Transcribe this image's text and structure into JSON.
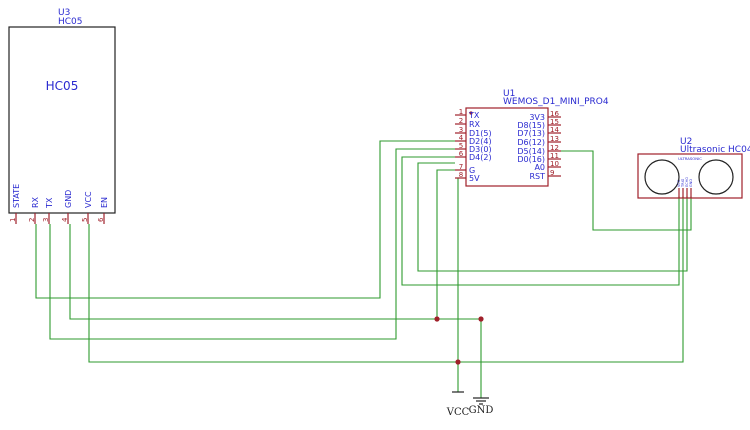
{
  "u3": {
    "designator": "U3",
    "value": "HC05",
    "body_title": "HC05",
    "pins": [
      {
        "num": "1",
        "name": "STATE"
      },
      {
        "num": "2",
        "name": "RX"
      },
      {
        "num": "3",
        "name": "TX"
      },
      {
        "num": "4",
        "name": "GND"
      },
      {
        "num": "5",
        "name": "VCC"
      },
      {
        "num": "6",
        "name": "EN"
      }
    ]
  },
  "u1": {
    "designator": "U1",
    "value": "WEMOS_D1_MINI_PRO4",
    "left_pins": [
      {
        "num": "1",
        "name": "TX"
      },
      {
        "num": "2",
        "name": "RX"
      },
      {
        "num": "3",
        "name": "D1(5)"
      },
      {
        "num": "4",
        "name": "D2(4)"
      },
      {
        "num": "5",
        "name": "D3(0)"
      },
      {
        "num": "6",
        "name": "D4(2)"
      },
      {
        "num": "7",
        "name": "G"
      },
      {
        "num": "8",
        "name": "5V"
      }
    ],
    "right_pins": [
      {
        "num": "16",
        "name": "3V3"
      },
      {
        "num": "15",
        "name": "D8(15)"
      },
      {
        "num": "14",
        "name": "D7(13)"
      },
      {
        "num": "13",
        "name": "D6(12)"
      },
      {
        "num": "12",
        "name": "D5(14)"
      },
      {
        "num": "11",
        "name": "D0(16)"
      },
      {
        "num": "10",
        "name": "A0"
      },
      {
        "num": "9",
        "name": "RST"
      }
    ]
  },
  "u2": {
    "designator": "U2",
    "value": "Ultrasonic HC04",
    "inner_label": "ULTRASONIC",
    "pins": [
      {
        "num": "1",
        "name": "VCC"
      },
      {
        "num": "2",
        "name": "TRIG"
      },
      {
        "num": "3",
        "name": "ECHO"
      },
      {
        "num": "4",
        "name": "GND"
      }
    ]
  },
  "power": {
    "vcc_label": "VCC",
    "gnd_label": "GND"
  },
  "colors": {
    "wire": "#2e9a2e",
    "component": "#a0202a",
    "label": "#2a2ad0",
    "background": "#ffffff"
  }
}
